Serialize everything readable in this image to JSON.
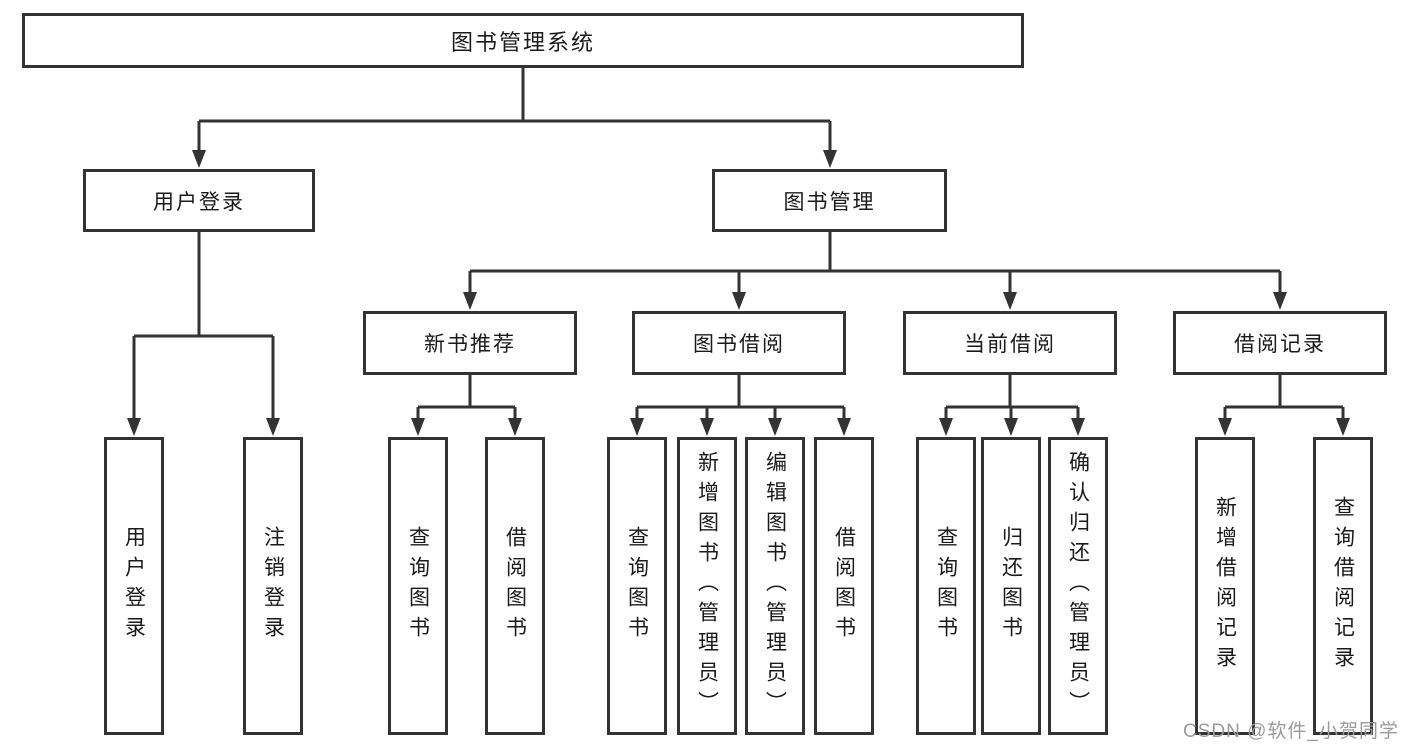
{
  "colors": {
    "background": "#ffffff",
    "line": "#333333",
    "box_border": "#333333",
    "text": "#1a1a1a",
    "watermark": "#9b9b9b"
  },
  "watermark": {
    "text": "CSDN @软件_小贺同学"
  },
  "tree": {
    "label": "图书管理系统",
    "children": [
      {
        "label": "用户登录",
        "children": [
          {
            "label": "用户登录"
          },
          {
            "label": "注销登录"
          }
        ]
      },
      {
        "label": "图书管理",
        "children": [
          {
            "label": "新书推荐",
            "children": [
              {
                "label": "查询图书"
              },
              {
                "label": "借阅图书"
              }
            ]
          },
          {
            "label": "图书借阅",
            "children": [
              {
                "label": "查询图书"
              },
              {
                "label": "新增图书（管理员）"
              },
              {
                "label": "编辑图书（管理员）"
              },
              {
                "label": "借阅图书"
              }
            ]
          },
          {
            "label": "当前借阅",
            "children": [
              {
                "label": "查询图书"
              },
              {
                "label": "归还图书"
              },
              {
                "label": "确认归还（管理员）"
              }
            ]
          },
          {
            "label": "借阅记录",
            "children": [
              {
                "label": "新增借阅记录"
              },
              {
                "label": "查询借阅记录"
              }
            ]
          }
        ]
      }
    ]
  }
}
